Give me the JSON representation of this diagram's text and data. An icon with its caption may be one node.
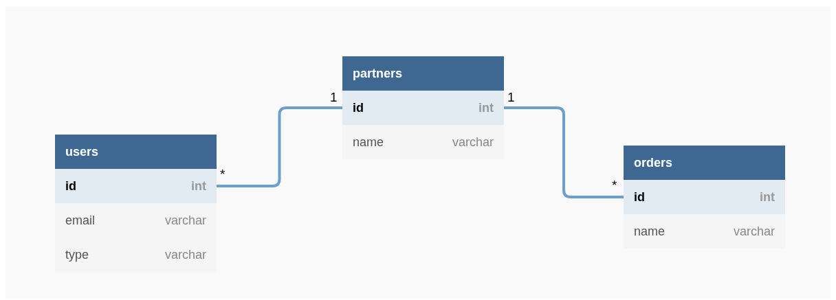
{
  "diagram": {
    "nodes": [
      {
        "text": [
          "users"
        ]
      },
      {
        "text": [
          "id",
          "int"
        ],
        "in": 0
      },
      {
        "text": [
          "email",
          "varchar"
        ],
        "in": 0
      },
      {
        "text": [
          "type",
          "varchar"
        ],
        "in": 0
      },
      {
        "text": [
          "partners"
        ]
      },
      {
        "text": [
          "id",
          "int"
        ],
        "in": 4
      },
      {
        "text": [
          "name",
          "varchar"
        ],
        "in": 4
      },
      {
        "text": [
          "orders"
        ]
      },
      {
        "text": [
          "id",
          "int"
        ],
        "in": 7
      },
      {
        "text": [
          "name",
          "varchar"
        ],
        "in": 7
      }
    ],
    "edges": [
      {
        "from": 1,
        "to": 5,
        "arrow": "none"
      },
      {
        "from": 5,
        "to": 8,
        "arrow": "none"
      }
    ],
    "labels": [
      "*",
      "1",
      "1",
      "*"
    ]
  }
}
